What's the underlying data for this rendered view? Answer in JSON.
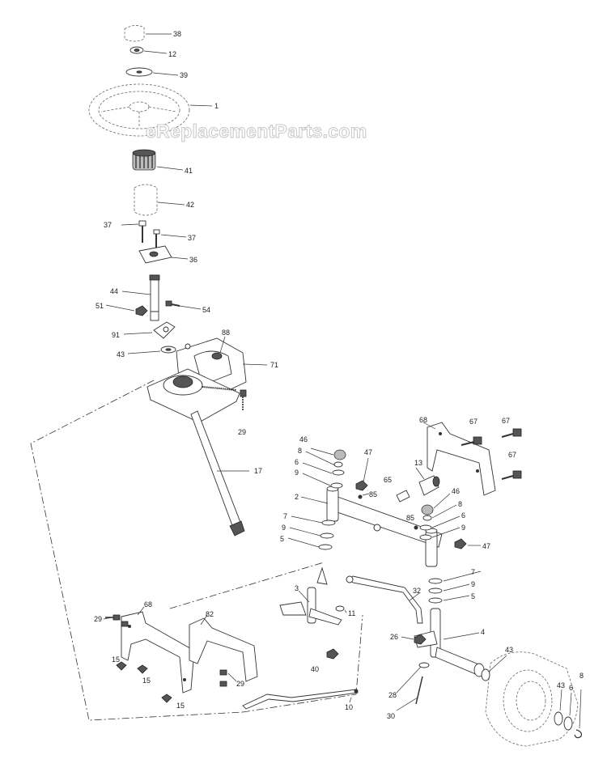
{
  "watermark": "eReplacementParts.com",
  "callouts": [
    {
      "id": "c38a",
      "label": "38"
    },
    {
      "id": "c12a",
      "label": "12"
    },
    {
      "id": "c39",
      "label": "39"
    },
    {
      "id": "c1",
      "label": "1"
    },
    {
      "id": "c41",
      "label": "41"
    },
    {
      "id": "c42",
      "label": "42"
    },
    {
      "id": "c37a",
      "label": "37"
    },
    {
      "id": "c37b",
      "label": "37"
    },
    {
      "id": "c36",
      "label": "36"
    },
    {
      "id": "c44",
      "label": "44"
    },
    {
      "id": "c51",
      "label": "51"
    },
    {
      "id": "c54",
      "label": "54"
    },
    {
      "id": "c91",
      "label": "91"
    },
    {
      "id": "c88",
      "label": "88"
    },
    {
      "id": "c43a",
      "label": "43"
    },
    {
      "id": "c71",
      "label": "71"
    },
    {
      "id": "c29a",
      "label": "29"
    },
    {
      "id": "c17",
      "label": "17"
    },
    {
      "id": "c68a",
      "label": "68"
    },
    {
      "id": "c67a",
      "label": "67"
    },
    {
      "id": "c67b",
      "label": "67"
    },
    {
      "id": "c67c",
      "label": "67"
    },
    {
      "id": "c46a",
      "label": "46"
    },
    {
      "id": "c8a",
      "label": "8"
    },
    {
      "id": "c6a",
      "label": "6"
    },
    {
      "id": "c9a",
      "label": "9"
    },
    {
      "id": "c47a",
      "label": "47"
    },
    {
      "id": "c13",
      "label": "13"
    },
    {
      "id": "c65",
      "label": "65"
    },
    {
      "id": "c85a",
      "label": "85"
    },
    {
      "id": "c2",
      "label": "2"
    },
    {
      "id": "c46b",
      "label": "46"
    },
    {
      "id": "c8b",
      "label": "8"
    },
    {
      "id": "c85b",
      "label": "85"
    },
    {
      "id": "c6b",
      "label": "6"
    },
    {
      "id": "c9b",
      "label": "9"
    },
    {
      "id": "c7a",
      "label": "7"
    },
    {
      "id": "c9c",
      "label": "9"
    },
    {
      "id": "c5a",
      "label": "5"
    },
    {
      "id": "c47b",
      "label": "47"
    },
    {
      "id": "c7b",
      "label": "7"
    },
    {
      "id": "c9d",
      "label": "9"
    },
    {
      "id": "c5b",
      "label": "5"
    },
    {
      "id": "c3",
      "label": "3"
    },
    {
      "id": "c32",
      "label": "32"
    },
    {
      "id": "c11",
      "label": "11"
    },
    {
      "id": "c26",
      "label": "26"
    },
    {
      "id": "c4",
      "label": "4"
    },
    {
      "id": "c40",
      "label": "40"
    },
    {
      "id": "c28",
      "label": "28"
    },
    {
      "id": "c30",
      "label": "30"
    },
    {
      "id": "c43b",
      "label": "43"
    },
    {
      "id": "c43c",
      "label": "43"
    },
    {
      "id": "c6c",
      "label": "6"
    },
    {
      "id": "c8c",
      "label": "8"
    },
    {
      "id": "c29b",
      "label": "29"
    },
    {
      "id": "c68b",
      "label": "68"
    },
    {
      "id": "c82",
      "label": "82"
    },
    {
      "id": "c15a",
      "label": "15"
    },
    {
      "id": "c15b",
      "label": "15"
    },
    {
      "id": "c29c",
      "label": "29"
    },
    {
      "id": "c15c",
      "label": "15"
    },
    {
      "id": "c10",
      "label": "10"
    }
  ]
}
